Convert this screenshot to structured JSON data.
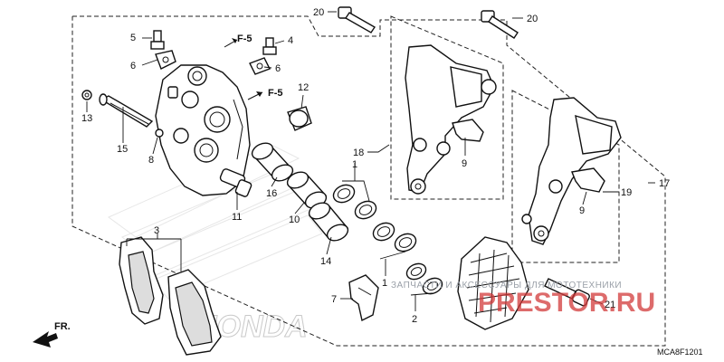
{
  "labels": {
    "p1a": "1",
    "p1b": "1",
    "p2": "2",
    "p3": "3",
    "p4": "4",
    "p5": "5",
    "p6a": "6",
    "p6b": "6",
    "p7": "7",
    "p8": "8",
    "p9a": "9",
    "p9b": "9",
    "p10": "10",
    "p11": "11",
    "p12": "12",
    "p13": "13",
    "p14": "14",
    "p15": "15",
    "p16": "16",
    "p17": "17",
    "p18": "18",
    "p19": "19",
    "p20a": "20",
    "p20b": "20",
    "p21": "21"
  },
  "refs": {
    "f5_top": "F-5",
    "f5_mid": "F-5"
  },
  "front_marker": "FR.",
  "diagram_code": "MCA8F1201",
  "watermark": {
    "caption": "ЗАПЧАСТИ И АКСЕССУАРЫ ДЛЯ МОТОТЕХНИКИ",
    "site": "PRESTOR.RU"
  },
  "brand_watermark": "HONDA",
  "icons": {
    "front_arrow": "arrow-left-down-icon",
    "ref_arrow": "arrow-right-icon"
  },
  "colors": {
    "line": "#111111",
    "watermark_red": "#d23a3a",
    "watermark_gray": "#9aa0a8"
  }
}
